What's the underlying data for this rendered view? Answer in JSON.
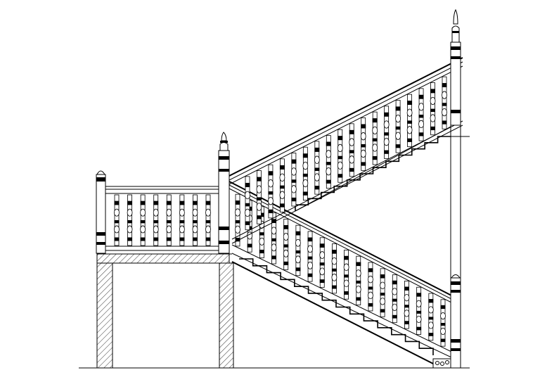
{
  "drawing": {
    "kind": "staircase-elevation",
    "colors": {
      "ink": "#000000",
      "paper": "#ffffff"
    },
    "landing": {
      "baluster_count": 8
    },
    "lower_flight": {
      "baluster_count": 18,
      "tread_count": 14
    },
    "upper_flight": {
      "baluster_count": 18,
      "tread_count": 12
    },
    "newel_posts": 4
  }
}
